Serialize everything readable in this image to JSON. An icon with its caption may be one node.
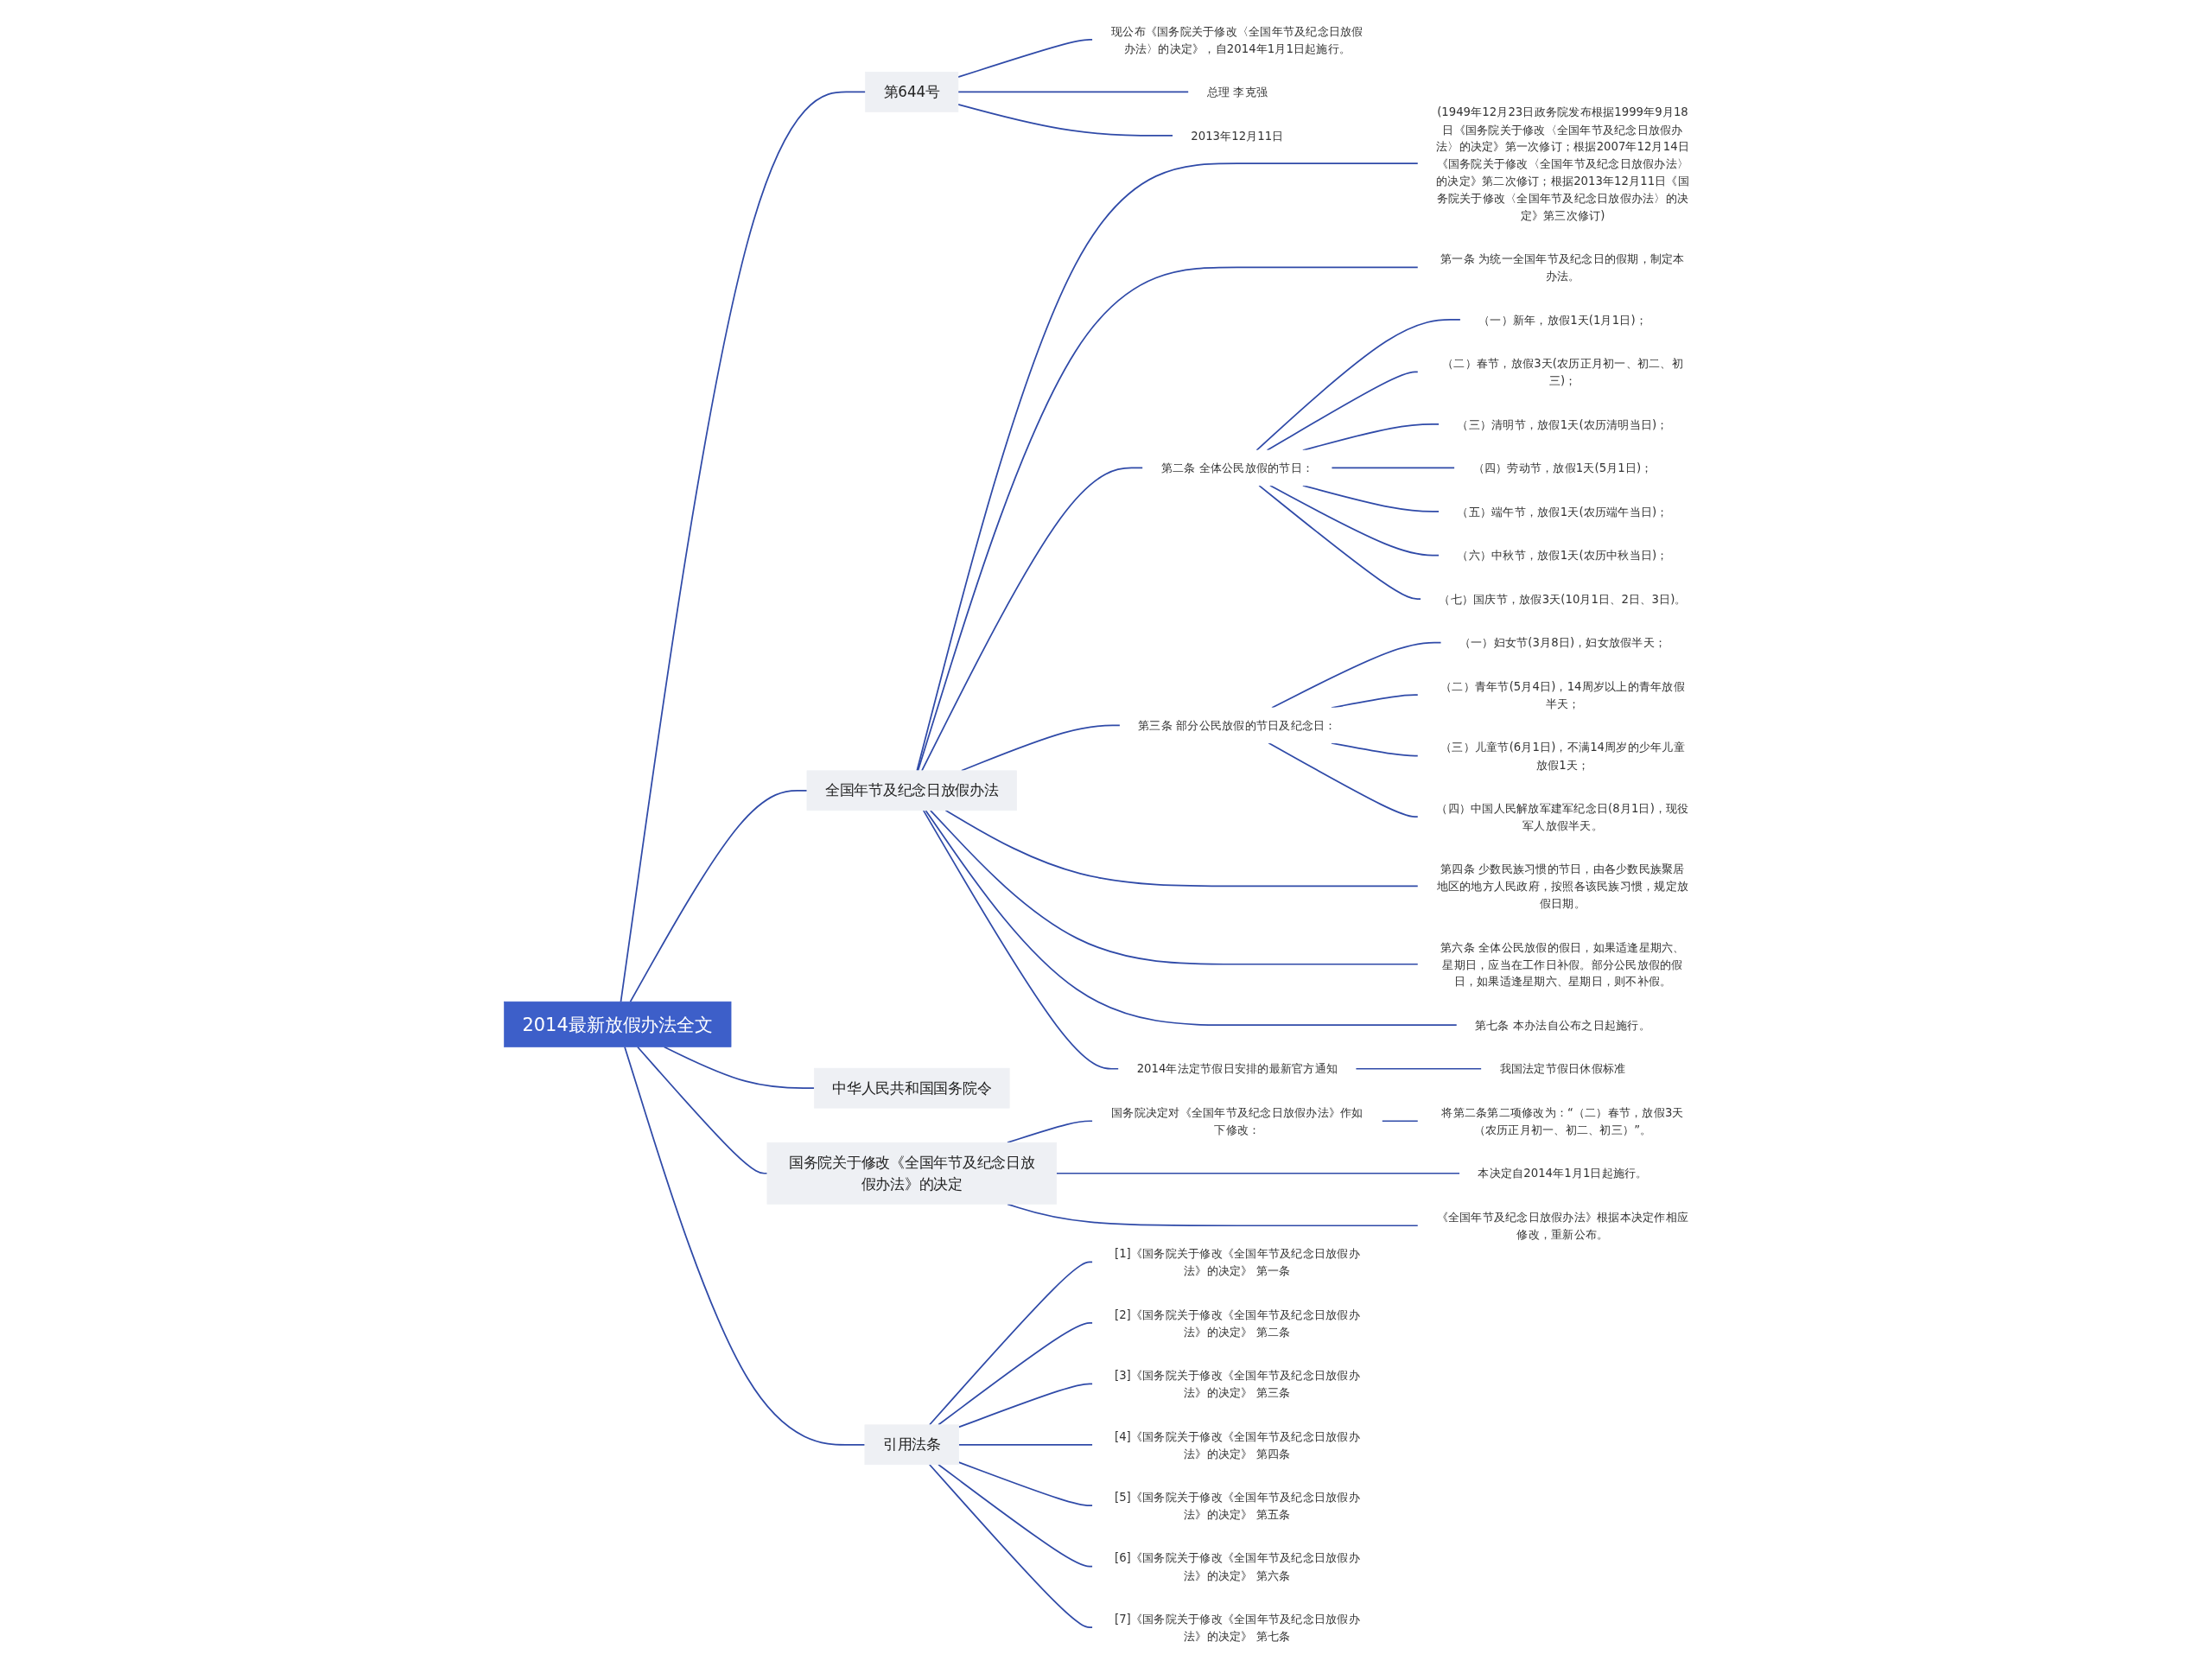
{
  "diagram": {
    "nodes": [
      {
        "text": [
          "2014最新放假办法全文"
        ]
      },
      {
        "text": [
          "第644号"
        ]
      },
      {
        "text": [
          "现公布《国务院关于修改〈全国年节及纪念日放假办法〉的决定》，自2014年1月1日起施行。"
        ]
      },
      {
        "text": [
          "总理 李克强"
        ]
      },
      {
        "text": [
          "2013年12月11日"
        ]
      },
      {
        "text": [
          "全国年节及纪念日放假办法"
        ]
      },
      {
        "text": [
          "(1949年12月23日政务院发布根据1999年9月18日《国务院关于修改〈全国年节及纪念日放假办法〉的决定》第一次修订；根据2007年12月14日《国务院关于修改〈全国年节及纪念日放假办法〉的决定》第二次修订；根据2013年12月11日《国务院关于修改〈全国年节及纪念日放假办法〉的决定》第三次修订)"
        ]
      },
      {
        "text": [
          "第一条 为统一全国年节及纪念日的假期，制定本办法。"
        ]
      },
      {
        "text": [
          "第二条 全体公民放假的节日："
        ]
      },
      {
        "text": [
          "（一）新年，放假1天(1月1日)；"
        ]
      },
      {
        "text": [
          "（二）春节，放假3天(农历正月初一、初二、初三)；"
        ]
      },
      {
        "text": [
          "（三）清明节，放假1天(农历清明当日)；"
        ]
      },
      {
        "text": [
          "（四）劳动节，放假1天(5月1日)；"
        ]
      },
      {
        "text": [
          "（五）端午节，放假1天(农历端午当日)；"
        ]
      },
      {
        "text": [
          "（六）中秋节，放假1天(农历中秋当日)；"
        ]
      },
      {
        "text": [
          "（七）国庆节，放假3天(10月1日、2日、3日)。"
        ]
      },
      {
        "text": [
          "第三条 部分公民放假的节日及纪念日："
        ]
      },
      {
        "text": [
          "（一）妇女节(3月8日)，妇女放假半天；"
        ]
      },
      {
        "text": [
          "（二）青年节(5月4日)，14周岁以上的青年放假半天；"
        ]
      },
      {
        "text": [
          "（三）儿童节(6月1日)，不满14周岁的少年儿童放假1天；"
        ]
      },
      {
        "text": [
          "（四）中国人民解放军建军纪念日(8月1日)，现役军人放假半天。"
        ]
      },
      {
        "text": [
          "第四条 少数民族习惯的节日，由各少数民族聚居地区的地方人民政府，按照各该民族习惯，规定放假日期。"
        ]
      },
      {
        "text": [
          "第六条 全体公民放假的假日，如果适逢星期六、星期日，应当在工作日补假。部分公民放假的假日，如果适逢星期六、星期日，则不补假。"
        ]
      },
      {
        "text": [
          "第七条 本办法自公布之日起施行。"
        ]
      },
      {
        "text": [
          "2014年法定节假日安排的最新官方通知"
        ]
      },
      {
        "text": [
          "我国法定节假日休假标准"
        ]
      },
      {
        "text": [
          "中华人民共和国国务院令"
        ]
      },
      {
        "text": [
          "国务院关于修改《全国年节及纪念日放假办法》的决定"
        ]
      },
      {
        "text": [
          "国务院决定对《全国年节及纪念日放假办法》作如下修改："
        ]
      },
      {
        "text": [
          "将第二条第二项修改为：“（二）春节，放假3天（农历正月初一、初二、初三）”。"
        ]
      },
      {
        "text": [
          "本决定自2014年1月1日起施行。"
        ]
      },
      {
        "text": [
          "《全国年节及纪念日放假办法》根据本决定作相应修改，重新公布。"
        ]
      },
      {
        "text": [
          "引用法条"
        ]
      },
      {
        "text": [
          "[1]《国务院关于修改《全国年节及纪念日放假办法》的决定》 第一条"
        ]
      },
      {
        "text": [
          "[2]《国务院关于修改《全国年节及纪念日放假办法》的决定》 第二条"
        ]
      },
      {
        "text": [
          "[3]《国务院关于修改《全国年节及纪念日放假办法》的决定》 第三条"
        ]
      },
      {
        "text": [
          "[4]《国务院关于修改《全国年节及纪念日放假办法》的决定》 第四条"
        ]
      },
      {
        "text": [
          "[5]《国务院关于修改《全国年节及纪念日放假办法》的决定》 第五条"
        ]
      },
      {
        "text": [
          "[6]《国务院关于修改《全国年节及纪念日放假办法》的决定》 第六条"
        ]
      },
      {
        "text": [
          "[7]《国务院关于修改《全国年节及纪念日放假办法》的决定》 第七条"
        ]
      }
    ],
    "edges": [
      {
        "from": 0,
        "to": 1,
        "arrow": "none"
      },
      {
        "from": 1,
        "to": 2,
        "arrow": "none"
      },
      {
        "from": 1,
        "to": 3,
        "arrow": "none"
      },
      {
        "from": 1,
        "to": 4,
        "arrow": "none"
      },
      {
        "from": 0,
        "to": 5,
        "arrow": "none"
      },
      {
        "from": 5,
        "to": 6,
        "arrow": "none"
      },
      {
        "from": 5,
        "to": 7,
        "arrow": "none"
      },
      {
        "from": 5,
        "to": 8,
        "arrow": "none"
      },
      {
        "from": 8,
        "to": 9,
        "arrow": "none"
      },
      {
        "from": 8,
        "to": 10,
        "arrow": "none"
      },
      {
        "from": 8,
        "to": 11,
        "arrow": "none"
      },
      {
        "from": 8,
        "to": 12,
        "arrow": "none"
      },
      {
        "from": 8,
        "to": 13,
        "arrow": "none"
      },
      {
        "from": 8,
        "to": 14,
        "arrow": "none"
      },
      {
        "from": 8,
        "to": 15,
        "arrow": "none"
      },
      {
        "from": 5,
        "to": 16,
        "arrow": "none"
      },
      {
        "from": 16,
        "to": 17,
        "arrow": "none"
      },
      {
        "from": 16,
        "to": 18,
        "arrow": "none"
      },
      {
        "from": 16,
        "to": 19,
        "arrow": "none"
      },
      {
        "from": 16,
        "to": 20,
        "arrow": "none"
      },
      {
        "from": 5,
        "to": 21,
        "arrow": "none"
      },
      {
        "from": 5,
        "to": 22,
        "arrow": "none"
      },
      {
        "from": 5,
        "to": 23,
        "arrow": "none"
      },
      {
        "from": 5,
        "to": 24,
        "arrow": "none"
      },
      {
        "from": 24,
        "to": 25,
        "arrow": "none"
      },
      {
        "from": 0,
        "to": 26,
        "arrow": "none"
      },
      {
        "from": 0,
        "to": 27,
        "arrow": "none"
      },
      {
        "from": 27,
        "to": 28,
        "arrow": "none"
      },
      {
        "from": 28,
        "to": 29,
        "arrow": "none"
      },
      {
        "from": 27,
        "to": 30,
        "arrow": "none"
      },
      {
        "from": 27,
        "to": 31,
        "arrow": "none"
      },
      {
        "from": 0,
        "to": 32,
        "arrow": "none"
      },
      {
        "from": 32,
        "to": 33,
        "arrow": "none"
      },
      {
        "from": 32,
        "to": 34,
        "arrow": "none"
      },
      {
        "from": 32,
        "to": 35,
        "arrow": "none"
      },
      {
        "from": 32,
        "to": 36,
        "arrow": "none"
      },
      {
        "from": 32,
        "to": 37,
        "arrow": "none"
      },
      {
        "from": 32,
        "to": 38,
        "arrow": "none"
      },
      {
        "from": 32,
        "to": 39,
        "arrow": "none"
      }
    ]
  }
}
